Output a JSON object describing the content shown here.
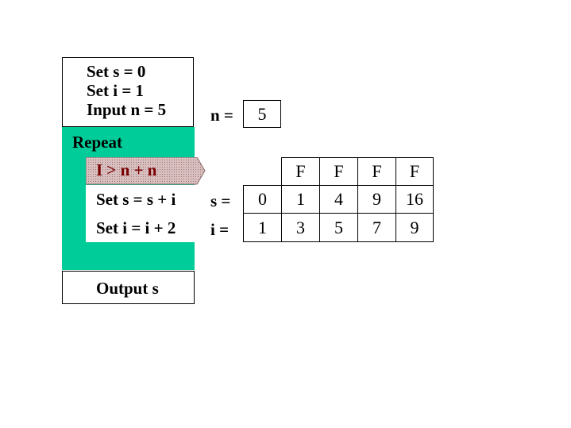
{
  "flowchart": {
    "init_lines": [
      "Set s = 0",
      "Set i = 1",
      "Input n = 5"
    ],
    "repeat_label": "Repeat",
    "condition": "I > n + n",
    "steps": [
      "Set s = s + i",
      "Set i = i + 2"
    ],
    "output": "Output s",
    "colors": {
      "loop_fill": "#00cc99",
      "condition_text": "#7a0000",
      "condition_fill": "#c9a6a6"
    }
  },
  "trace": {
    "n_label": "n =",
    "n_value": "5",
    "condition_results": [
      "F",
      "F",
      "F",
      "F"
    ],
    "s_label": "s =",
    "s_values": [
      "0",
      "1",
      "4",
      "9",
      "16"
    ],
    "i_label": "i =",
    "i_values": [
      "1",
      "3",
      "5",
      "7",
      "9"
    ]
  }
}
